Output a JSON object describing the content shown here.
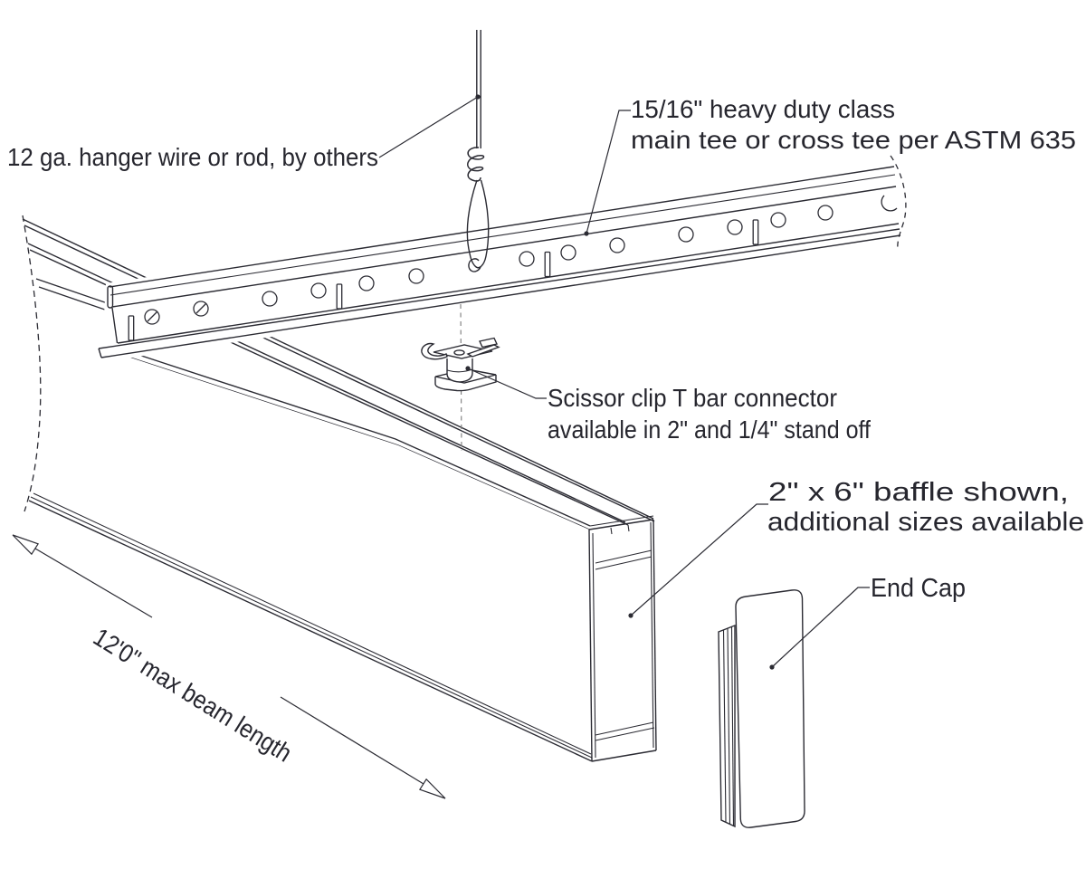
{
  "diagram": {
    "type": "architectural-detail-drawing",
    "subject": "Suspended ceiling baffle mounting detail",
    "labels": {
      "hanger_wire": "12 ga. hanger wire or rod, by others",
      "main_tee_line1": "15/16\" heavy duty class",
      "main_tee_line2": "main tee or cross tee per ASTM 635",
      "scissor_clip_line1": "Scissor clip T bar connector",
      "scissor_clip_line2": "available in 2\" and 1/4\" stand off",
      "baffle_line1": "2\" x 6\" baffle shown,",
      "baffle_line2": "additional sizes available",
      "end_cap": "End Cap",
      "beam_length": "12'0\" max beam length"
    },
    "colors": {
      "background": "#ffffff",
      "line": "#2b2b33",
      "text": "#26262e",
      "centerline": "#7a7a7a"
    }
  }
}
